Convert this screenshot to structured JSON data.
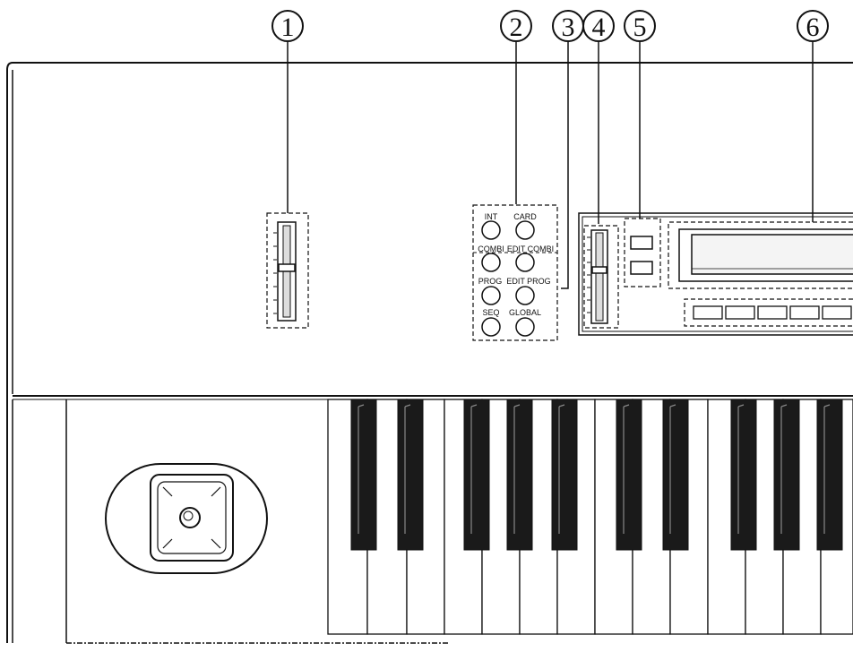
{
  "callouts": [
    {
      "id": "1"
    },
    {
      "id": "2"
    },
    {
      "id": "3"
    },
    {
      "id": "4"
    },
    {
      "id": "5"
    },
    {
      "id": "6"
    }
  ],
  "mode_buttons": {
    "int": "INT",
    "card": "CARD",
    "combi": "COMBI",
    "edit_combi": "EDIT COMBI",
    "prog": "PROG",
    "edit_prog": "EDIT PROG",
    "seq": "SEQ",
    "global": "GLOBAL"
  }
}
